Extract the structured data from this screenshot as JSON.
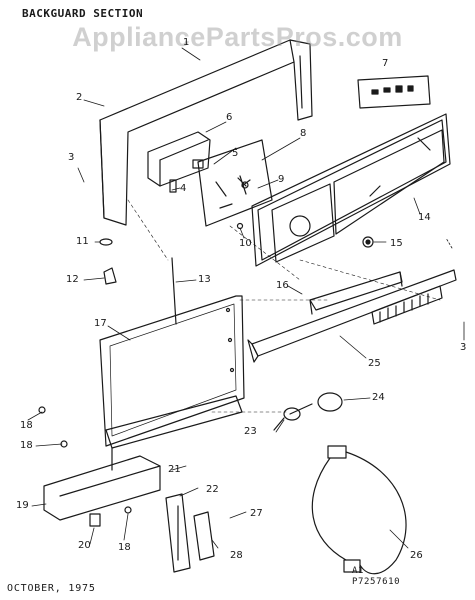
{
  "title": "BACKGUARD SECTION",
  "watermark": "AppliancePartsPros.com",
  "footer": {
    "date": "OCTOBER, 1975",
    "revision": "A1",
    "part_number": "P7257610"
  },
  "callouts": [
    "1",
    "2",
    "3",
    "3",
    "4",
    "5",
    "6",
    "7",
    "8",
    "9",
    "10",
    "11",
    "12",
    "13",
    "14",
    "15",
    "16",
    "17",
    "18",
    "18",
    "18",
    "19",
    "20",
    "21",
    "22",
    "23",
    "24",
    "25",
    "26",
    "27",
    "28"
  ],
  "colors": {
    "ink": "#1a1a1a",
    "watermark": "#969696"
  }
}
